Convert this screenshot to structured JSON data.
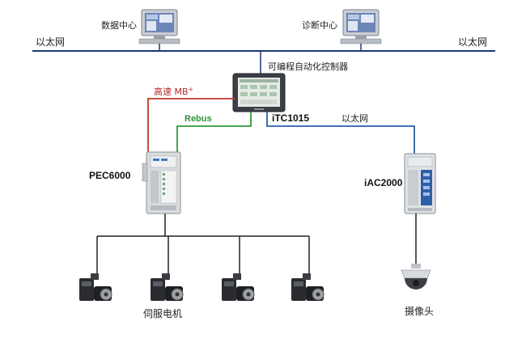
{
  "ethernet_left": "以太网",
  "ethernet_right": "以太网",
  "data_center": "数据中心",
  "diagnosis_center": "诊断中心",
  "controller_title": "可编程自动化控制器",
  "link_high_speed": "高速 MB",
  "link_high_speed_sup": "+",
  "link_rebus": "Rebus",
  "link_ethernet_mid": "以太网",
  "controller_model": "iTC1015",
  "io_model": "PEC6000",
  "motion_model": "iAC2000",
  "servo_label": "伺服电机",
  "camera_label": "摄像头",
  "colors": {
    "backbone": "#1a3a7a",
    "high_speed": "#c0392b",
    "rebus": "#2e9b3a",
    "ethernet_link": "#2d5fa8",
    "servo_bus": "#222222"
  }
}
